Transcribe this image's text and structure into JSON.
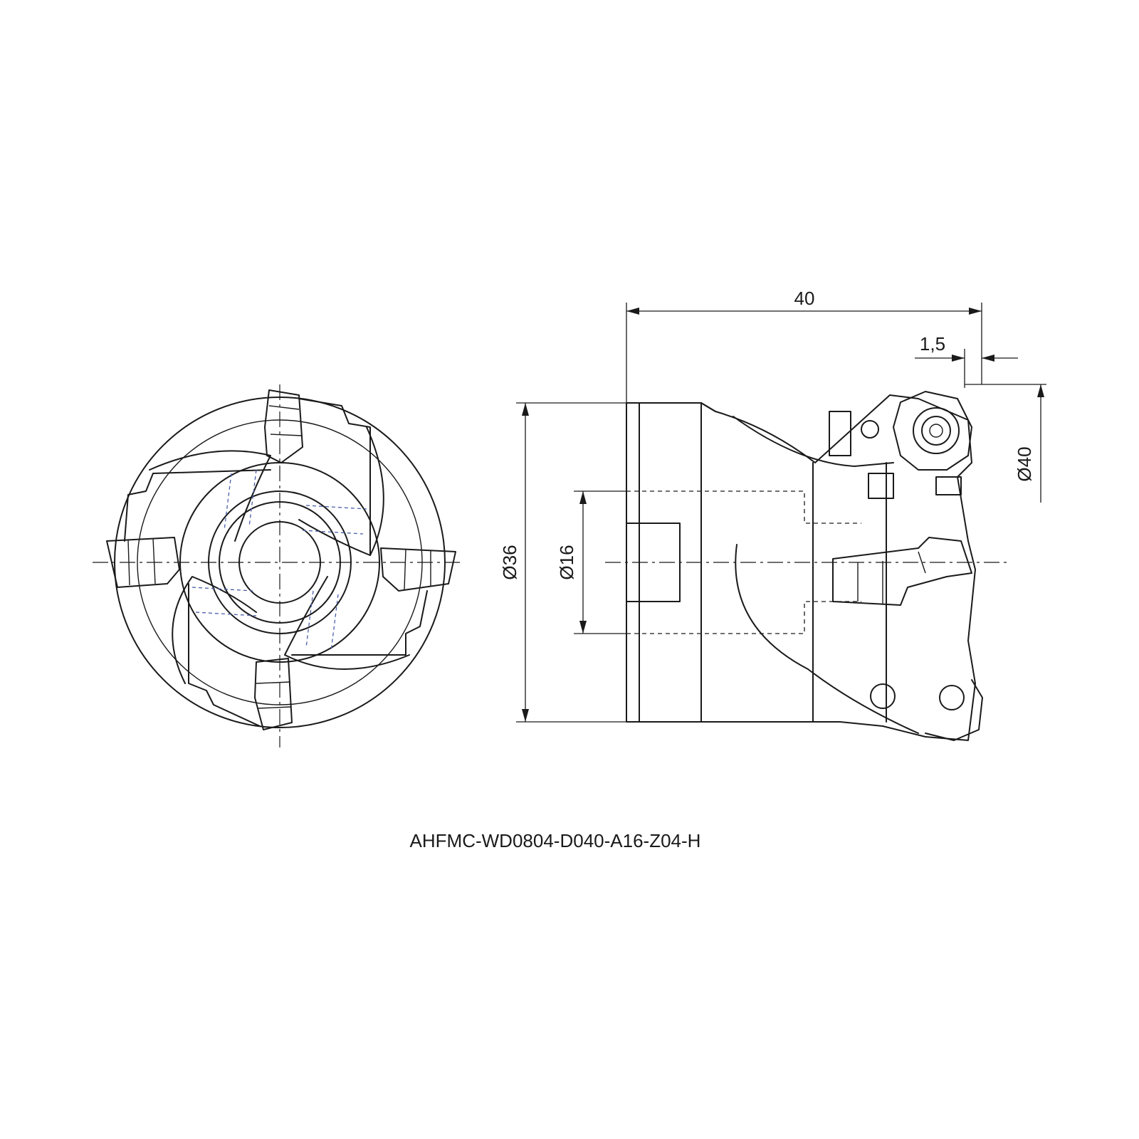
{
  "drawing": {
    "part_number": "AHFMC-WD0804-D040-A16-Z04-H",
    "dimensions": {
      "length": "40",
      "offset": "1,5",
      "diameter_outer": "Ø40",
      "diameter_body": "Ø36",
      "diameter_bore": "Ø16"
    },
    "colors": {
      "outline": "#1a1a1a",
      "hidden_lines": "#4a5fa8"
    }
  }
}
